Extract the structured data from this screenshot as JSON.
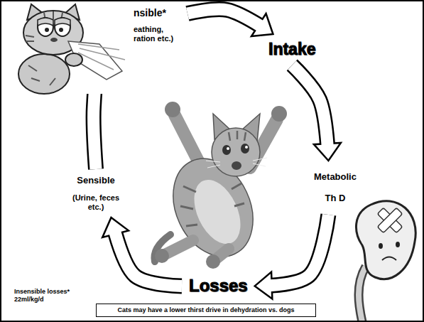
{
  "diagram": {
    "nodes": [
      {
        "text": [
          "nsible*",
          "eathing, ration etc.)"
        ]
      },
      {
        "text": [
          "Intake"
        ]
      },
      {
        "text": [
          "Metabolic Th D"
        ]
      },
      {
        "text": [
          "Losses"
        ]
      },
      {
        "text": [
          "Sensible",
          "(Urine, feces etc.)"
        ]
      },
      {
        "text": [
          "Cats may have a lower thirst drive in dehydration vs. dogs"
        ]
      }
    ],
    "edges": [
      {
        "from": 0,
        "to": 1,
        "arrow": "to"
      },
      {
        "from": 1,
        "to": 2,
        "arrow": "to"
      },
      {
        "from": 2,
        "to": 3,
        "arrow": "to"
      },
      {
        "from": 3,
        "to": 4,
        "arrow": "to"
      },
      {
        "from": 4,
        "to": 0,
        "arrow": "to"
      }
    ],
    "labels": [
      "Insensible losses* 22ml/kg/d"
    ]
  }
}
